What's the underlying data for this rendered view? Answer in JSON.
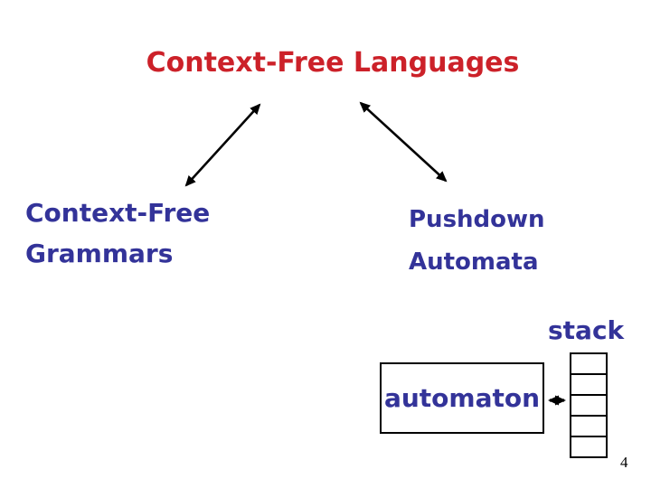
{
  "slide": {
    "title": "Context-Free Languages",
    "page_number": "4"
  },
  "nodes": {
    "grammars": {
      "line1": "Context-Free",
      "line2": "Grammars"
    },
    "automata": {
      "line1": "Pushdown",
      "line2": "Automata"
    }
  },
  "diagram": {
    "stack_label": "stack",
    "automaton_label": "automaton",
    "stack_cells": 5,
    "connections": [
      {
        "from": "Context-Free Languages",
        "to": "Context-Free Grammars",
        "style": "double-headed-arrow"
      },
      {
        "from": "Context-Free Languages",
        "to": "Pushdown Automata",
        "style": "double-headed-arrow"
      },
      {
        "from": "automaton",
        "to": "stack",
        "style": "double-headed-arrow"
      }
    ]
  },
  "colors": {
    "title_red": "#cc2129",
    "body_purple": "#333399",
    "line_black": "#000000",
    "background": "#ffffff"
  }
}
